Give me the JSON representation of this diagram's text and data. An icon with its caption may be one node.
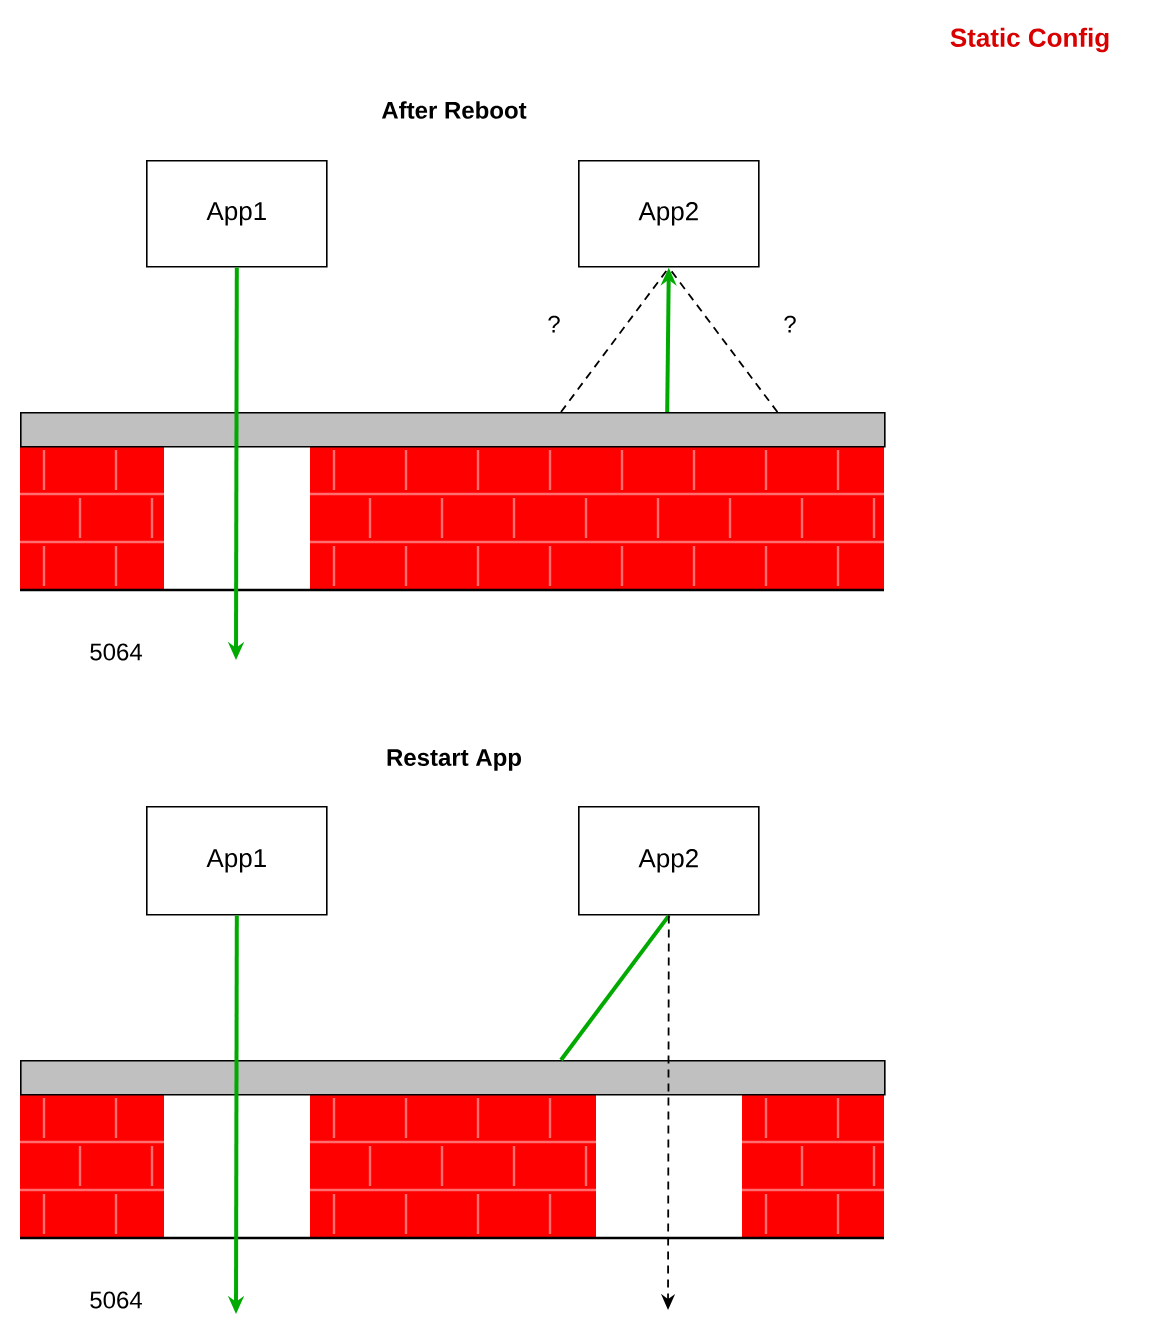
{
  "diagram": {
    "title": "Static Config",
    "nodes": [
      {
        "text": [
          "App1"
        ]
      },
      {
        "text": [
          "App2"
        ]
      },
      {
        "text": [],
        "shape": "bar"
      },
      {
        "text": [
          "App1"
        ]
      },
      {
        "text": [
          "App2"
        ]
      },
      {
        "text": [],
        "shape": "bar"
      }
    ],
    "edges": [
      {
        "from": 0,
        "to": null,
        "arrow": "to"
      },
      {
        "from": 2,
        "to": 1,
        "arrow": "to"
      },
      {
        "from": 2,
        "to": 1,
        "arrow": "none",
        "style": "dashed",
        "color": "#000000",
        "label": "?"
      },
      {
        "from": 2,
        "to": 1,
        "arrow": "none",
        "style": "dashed",
        "color": "#000000",
        "label": "?"
      },
      {
        "from": 3,
        "to": null,
        "arrow": "to"
      },
      {
        "from": 4,
        "to": 5,
        "arrow": "none"
      },
      {
        "from": 4,
        "to": null,
        "arrow": "to",
        "style": "dashed",
        "color": "#000000"
      }
    ],
    "labels": [
      "After Reboot",
      "5064",
      "Restart App",
      "5064"
    ]
  }
}
